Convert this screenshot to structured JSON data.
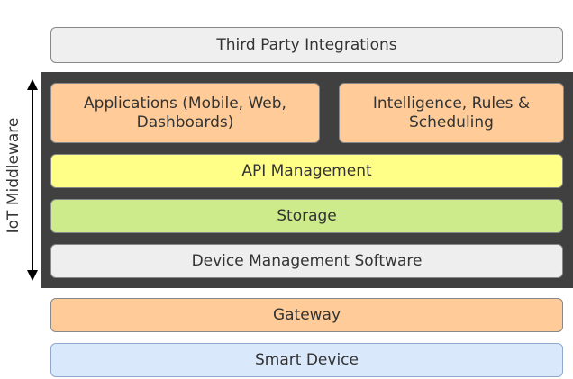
{
  "diagram": {
    "side_label": "IoT Middleware",
    "layers": {
      "third_party": "Third Party Integrations",
      "applications": "Applications (Mobile, Web, Dashboards)",
      "intelligence": "Intelligence, Rules & Scheduling",
      "api_management": "API Management",
      "storage": "Storage",
      "device_management": "Device Management Software",
      "gateway": "Gateway",
      "smart_device": "Smart Device"
    },
    "colors": {
      "middleware_panel": "#404040",
      "orange": "#ffcc99",
      "yellow": "#ffff88",
      "green": "#cdeb8b",
      "grey": "#eeeeee",
      "blue": "#dae8fc"
    }
  }
}
